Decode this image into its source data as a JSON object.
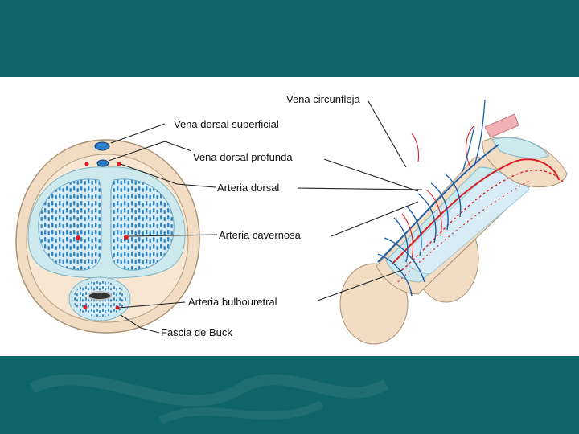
{
  "figure": {
    "labels": {
      "vena_circunfleja": "Vena circunfleja",
      "vena_dorsal_superficial": "Vena dorsal superficial",
      "vena_dorsal_profunda": "Vena dorsal profunda",
      "arteria_dorsal": "Arteria dorsal",
      "arteria_cavernosa": "Arteria cavernosa",
      "arteria_bulbouretral": "Arteria bulbouretral",
      "fascia_de_buck": "Fascia de Buck"
    }
  },
  "colors": {
    "background_band": "#0e6467",
    "panel": "#ffffff",
    "tissue": "#f2dcc3",
    "sheath": "#cde9ee",
    "cavernous_body": "#2e86c8",
    "artery": "#d92027",
    "vein": "#1c5fa8",
    "leader_line": "#222222"
  }
}
